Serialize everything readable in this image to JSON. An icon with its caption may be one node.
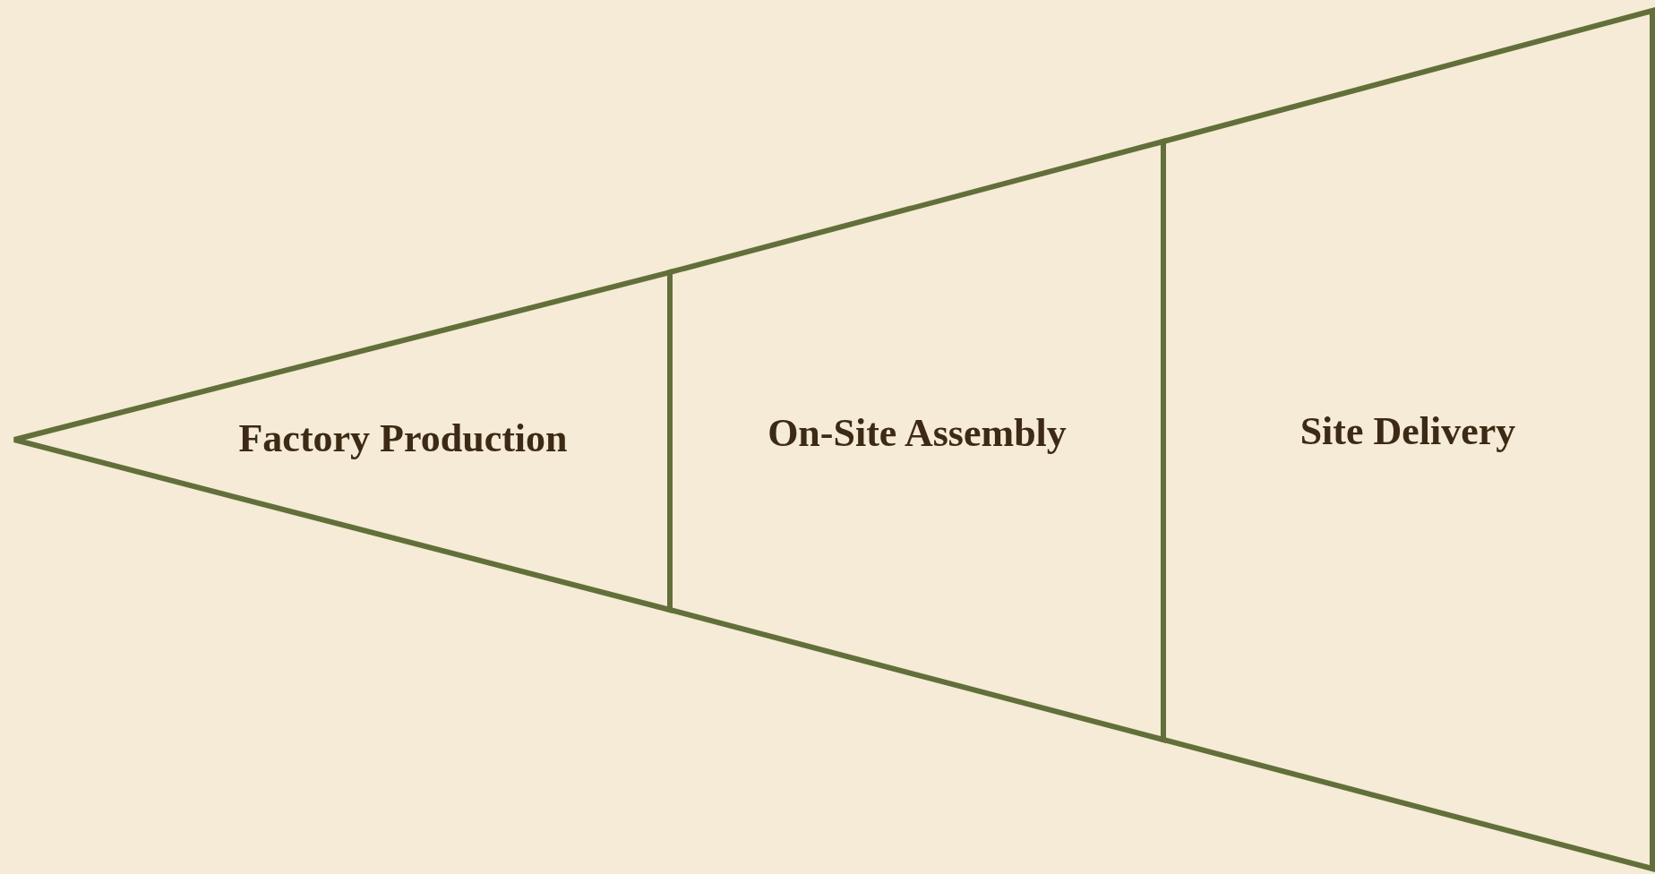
{
  "diagram": {
    "nodes": [
      {
        "text": [
          "Factory Production"
        ]
      },
      {
        "text": [
          "On-Site Assembly"
        ]
      },
      {
        "text": [
          "Site Delivery"
        ]
      }
    ]
  }
}
